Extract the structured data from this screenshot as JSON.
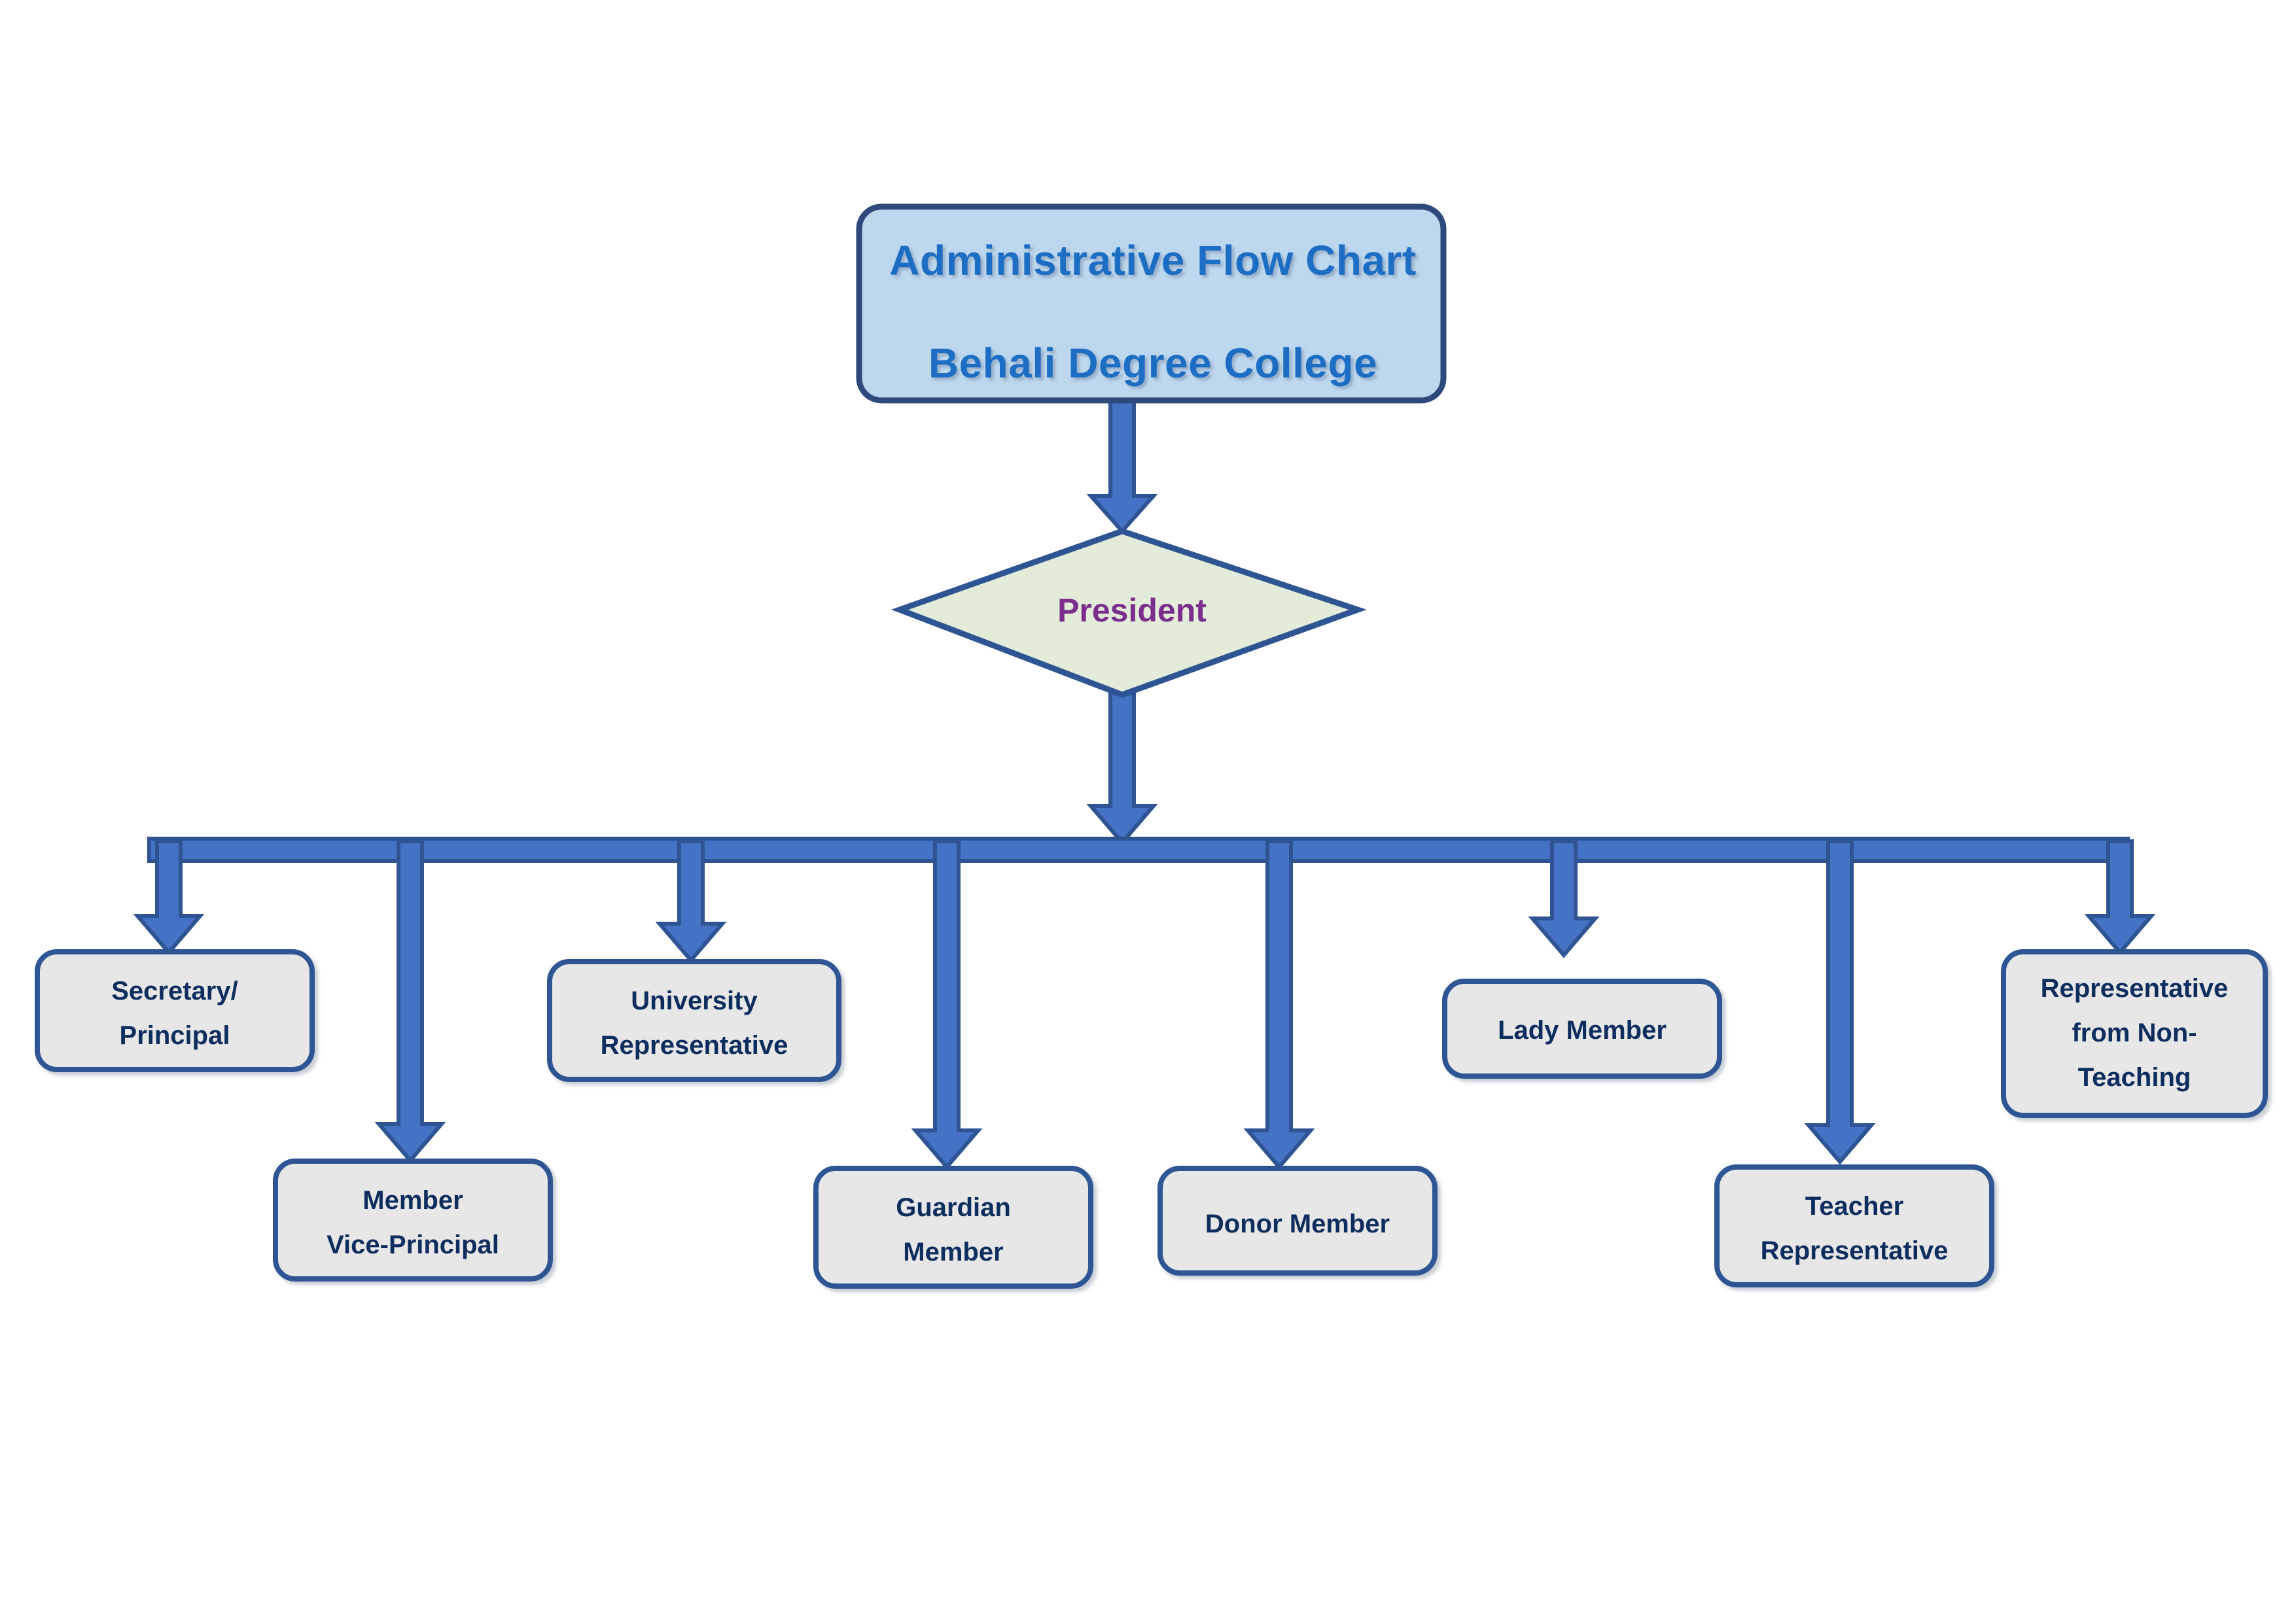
{
  "chart_data": {
    "type": "diagram",
    "diagram_kind": "organizational-flow-chart",
    "title_lines": [
      "Administrative Flow Chart",
      "Behali Degree College"
    ],
    "root": {
      "label": "President",
      "shape": "diamond"
    },
    "children": [
      {
        "id": "secretary-principal",
        "lines": [
          "Secretary/",
          "Principal"
        ],
        "row": "upper"
      },
      {
        "id": "member-vice-principal",
        "lines": [
          "Member",
          "Vice-Principal"
        ],
        "row": "lower"
      },
      {
        "id": "university-representative",
        "lines": [
          "University",
          "Representative"
        ],
        "row": "upper"
      },
      {
        "id": "guardian-member",
        "lines": [
          "Guardian",
          "Member"
        ],
        "row": "lower"
      },
      {
        "id": "donor-member",
        "lines": [
          "Donor Member"
        ],
        "row": "lower"
      },
      {
        "id": "lady-member",
        "lines": [
          "Lady Member"
        ],
        "row": "upper"
      },
      {
        "id": "teacher-representative",
        "lines": [
          "Teacher",
          "Representative"
        ],
        "row": "lower"
      },
      {
        "id": "representative-non-teaching",
        "lines": [
          "Representative",
          "from Non-",
          "Teaching"
        ],
        "row": "upper"
      }
    ]
  },
  "colors": {
    "title_fill": "#bdd7ee",
    "title_border": "#2e4a7d",
    "title_text": "#1f6ec4",
    "diamond_fill": "#e2ecd9",
    "diamond_border": "#2e5494",
    "president_text": "#7b2d8e",
    "node_fill": "#e7e7e7",
    "node_border": "#2e5494",
    "node_text": "#0d2d5e",
    "connector_fill": "#4472c4",
    "connector_border": "#2e5494",
    "background": "#ffffff"
  },
  "nodes": {
    "title_line1": "Administrative Flow Chart",
    "title_line2": "Behali Degree College",
    "president": "President",
    "secretary_l1": "Secretary/",
    "secretary_l2": "Principal",
    "member_vp_l1": "Member",
    "member_vp_l2": "Vice-Principal",
    "university_l1": "University",
    "university_l2": "Representative",
    "guardian_l1": "Guardian",
    "guardian_l2": "Member",
    "donor_l1": "Donor Member",
    "lady_l1": "Lady Member",
    "teacher_l1": "Teacher",
    "teacher_l2": "Representative",
    "nonteaching_l1": "Representative",
    "nonteaching_l2": "from Non-",
    "nonteaching_l3": "Teaching"
  }
}
